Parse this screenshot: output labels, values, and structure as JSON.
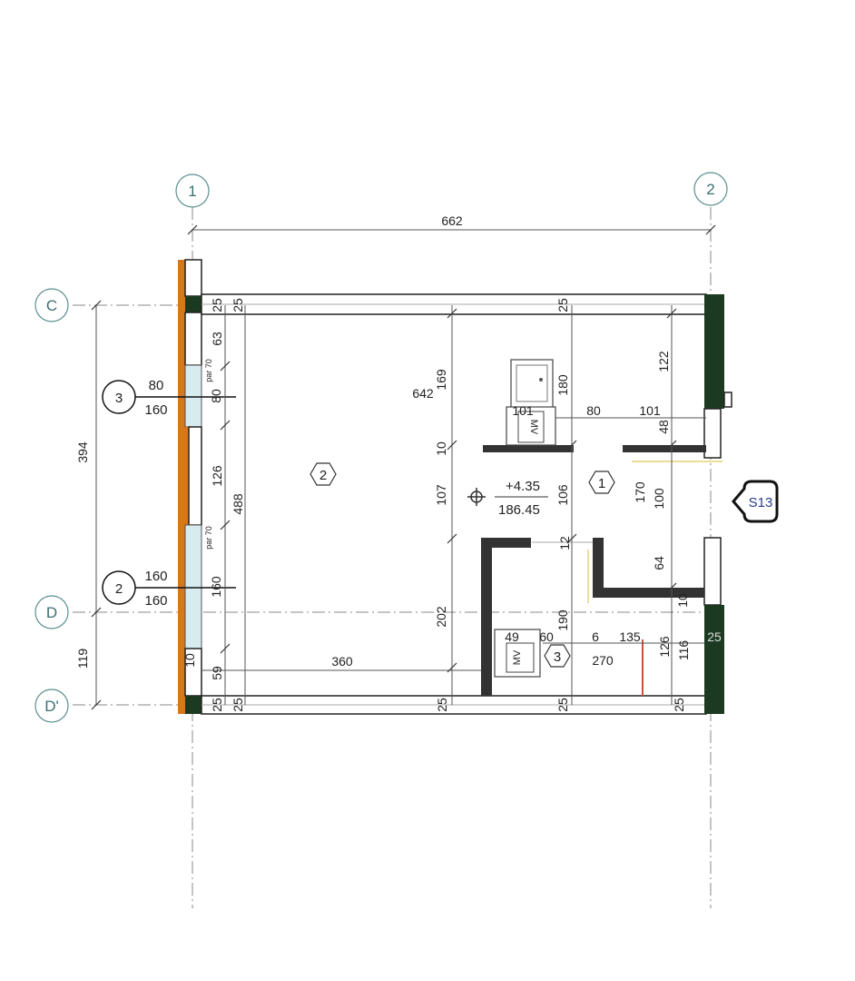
{
  "grid": {
    "columns": [
      "1",
      "2"
    ],
    "rows": [
      "C",
      "D",
      "D'"
    ]
  },
  "overall": {
    "width": "662",
    "height": "394",
    "lower_height": "119",
    "inner_width": "642",
    "inner_height": "488"
  },
  "rooms": [
    {
      "id": "2"
    },
    {
      "id": "1"
    },
    {
      "id": "3"
    }
  ],
  "elevation": {
    "level": "+4.35",
    "absolute": "186.45"
  },
  "section_marker": "S13",
  "windows": [
    {
      "id": "3",
      "top": "80",
      "bottom": "160",
      "inner": "80",
      "sill": "par 70"
    },
    {
      "id": "2",
      "top": "160",
      "bottom": "160",
      "inner": "160",
      "sill": "par 70"
    }
  ],
  "fixtures": {
    "mv1": "MV",
    "mv2": "MV"
  },
  "dimensions": {
    "d_25_tl1": "25",
    "d_25_tl2": "25",
    "d_25_tr": "25",
    "d_63": "63",
    "d_126_left": "126",
    "d_59": "59",
    "d_10_left": "10",
    "d_25_bl1": "25",
    "d_25_bl2": "25",
    "d_25_b1": "25",
    "d_25_b2": "25",
    "d_25_b3": "25",
    "d_169": "169",
    "d_10_mid": "10",
    "d_107": "107",
    "d_202": "202",
    "d_180": "180",
    "d_106": "106",
    "d_12": "12",
    "d_190": "190",
    "d_101_a": "101",
    "d_80": "80",
    "d_101_b": "101",
    "d_122": "122",
    "d_48": "48",
    "d_170": "170",
    "d_100": "100",
    "d_64": "64",
    "d_10_right": "10",
    "d_25_right": "25",
    "d_360": "360",
    "d_49": "49",
    "d_60": "60",
    "d_6": "6",
    "d_135": "135",
    "d_270": "270",
    "d_126_right": "126",
    "d_116": "116"
  }
}
